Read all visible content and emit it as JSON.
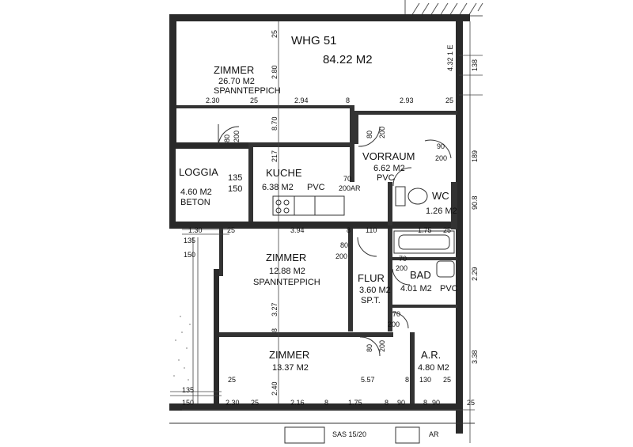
{
  "header": {
    "unit": "WHG 51",
    "area": "84.22 M2"
  },
  "rooms": {
    "zimmer_top": {
      "name": "ZIMMER",
      "area": "26.70 M2",
      "floor": "SPANNTEPPICH"
    },
    "loggia": {
      "name": "LOGGIA",
      "dims": "135",
      "dims2": "150",
      "area": "4.60 M2",
      "floor": "BETON"
    },
    "kueche": {
      "name": "KUCHE",
      "area": "6.38 M2",
      "floor": "PVC"
    },
    "vorraum": {
      "name": "VORRAUM",
      "area": "6.62 M2",
      "floor": "PVC"
    },
    "wc": {
      "name": "WC",
      "area": "1.26 M2"
    },
    "zimmer_mid": {
      "name": "ZIMMER",
      "area": "12.88 M2",
      "floor": "SPANNTEPPICH"
    },
    "flur": {
      "name": "FLUR",
      "area": "3.60 M2",
      "floor": "SP.T."
    },
    "bad": {
      "name": "BAD",
      "area": "4.01 M2",
      "floor": "PVC"
    },
    "zimmer_bot": {
      "name": "ZIMMER",
      "area": "13.37 M2"
    },
    "ar": {
      "name": "A.R.",
      "area": "4.80 M2"
    }
  },
  "dims": {
    "d_25a": "25",
    "d_280": "2.80",
    "d_230": "2.30",
    "d_25b": "25",
    "d_294": "2.94",
    "d_8a": "8",
    "d_293": "2.93",
    "d_25c": "25",
    "d_80a": "80",
    "d_200a": "200",
    "d_870": "8.70",
    "d_217": "217",
    "d_80b": "80",
    "d_200b": "200",
    "d_90a": "90",
    "d_200c": "200",
    "d_70a": "70",
    "d_200ar": "200AR",
    "d_130": "1.30",
    "d_25d": "25",
    "d_394": "3.94",
    "d_8b": "8",
    "d_110": "110",
    "d_175a": "1.75",
    "d_25e": "25",
    "d_135a": "135",
    "d_150a": "150",
    "d_80c": "80",
    "d_200d": "200",
    "d_70b": "70",
    "d_200e": "200",
    "d_327": "3.27",
    "d_8c": "8",
    "d_70c": "70",
    "d_200f": "200",
    "d_80d": "80",
    "d_200g": "200",
    "d_229": "2.29",
    "d_338": "3.38",
    "d_25f": "25",
    "d_240": "2.40",
    "d_557": "5.57",
    "d_8d": "8",
    "d_130b": "130",
    "d_25g": "25",
    "d_135b": "135",
    "d_150b": "150",
    "d_230b": "2.30",
    "d_25h": "25",
    "d_216": "2.16",
    "d_8e": "8",
    "d_175b": "1.75",
    "d_8f": "8",
    "d_90b": "90",
    "d_8g": "8",
    "d_90c": "90",
    "d_25i": "25",
    "d_432": "4.32 1 E",
    "d_138": "138",
    "d_189": "189",
    "d_908": "90.8",
    "d_ar_bottom": "AR",
    "d_sas": "SAS 15/20"
  },
  "colors": {
    "wall": "#2a2a2a",
    "line": "#333333",
    "paper": "#ffffff"
  }
}
